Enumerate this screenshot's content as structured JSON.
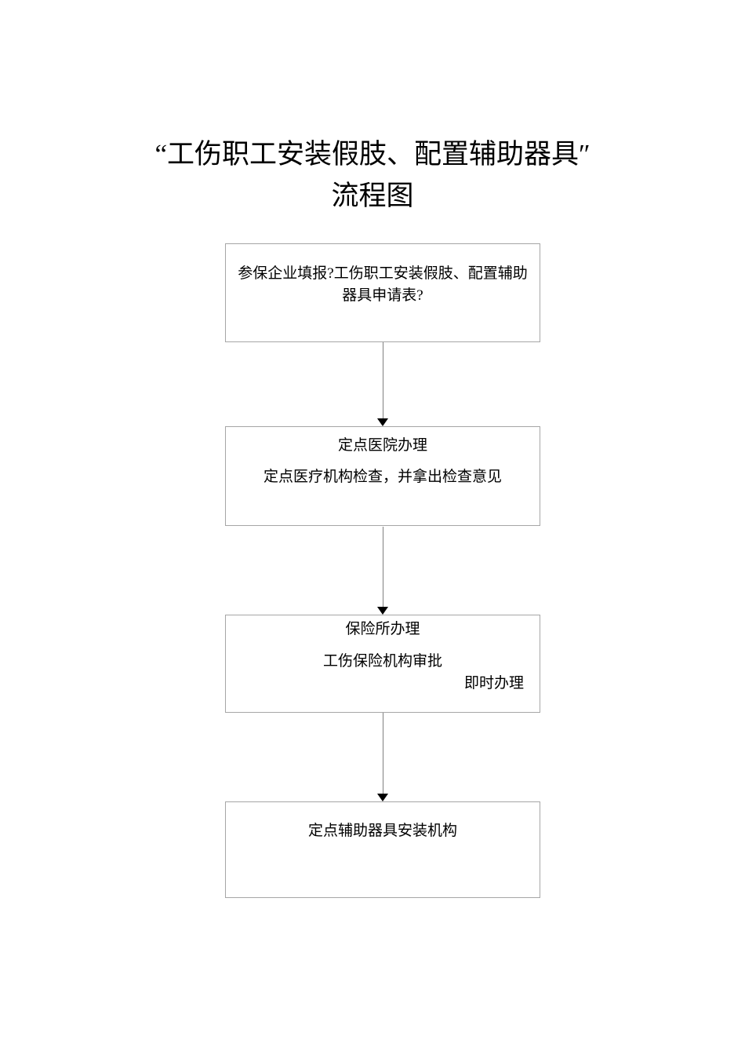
{
  "page": {
    "background_color": "#ffffff",
    "text_color": "#000000",
    "title_line1": "“工伤职工安装假肢、配置辅助器具″",
    "title_line2": "流程图"
  },
  "flowchart": {
    "box_border_color": "#a6a6a6",
    "arrow_shaft_color": "#808080",
    "arrowhead_color": "#000000",
    "nodes": [
      {
        "id": "enterprise-application",
        "lines": [
          "参保企业填报?工伤职工安装假肢、配置辅助器具申请表?"
        ]
      },
      {
        "id": "designated-hospital",
        "lines": [
          "定点医院办理",
          "定点医疗机构检查，并拿出检查意见"
        ]
      },
      {
        "id": "insurance-office",
        "lines": [
          "保险所办理",
          "工伤保险机构审批",
          "即时办理"
        ]
      },
      {
        "id": "assistive-device-agency",
        "lines": [
          "定点辅助器具安装机构"
        ]
      }
    ],
    "arrows": [
      "arrow-1",
      "arrow-2",
      "arrow-3"
    ]
  }
}
